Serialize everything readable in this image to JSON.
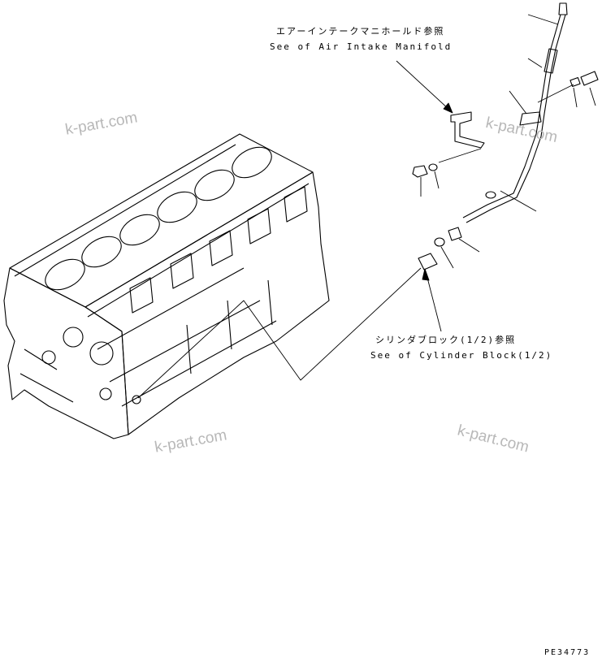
{
  "callouts": {
    "air_intake_jp": "エアーインテークマニホールド参照",
    "air_intake_en": "See of Air Intake Manifold",
    "cylinder_block_jp": "シリンダブロック(1/2)参照",
    "cylinder_block_en": "See of Cylinder Block(1/2)"
  },
  "watermark": "k-part.com",
  "figure_code": "PE34773",
  "colors": {
    "line": "#000000",
    "watermark": "#b8b8b8",
    "background": "#ffffff"
  }
}
